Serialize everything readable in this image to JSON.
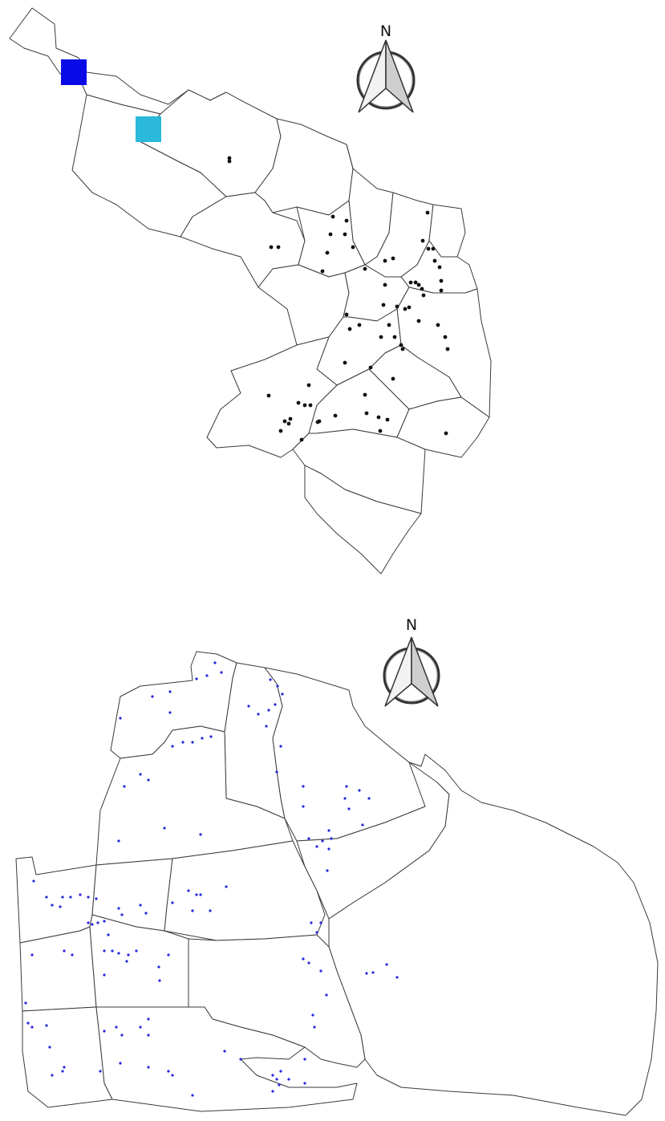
{
  "maps": [
    {
      "id": "top",
      "north_label": "N",
      "point_color": "#111111",
      "markers": [
        {
          "kind": "square",
          "color": "#0a0ae6"
        },
        {
          "kind": "square",
          "color": "#2ab8db"
        }
      ]
    },
    {
      "id": "bottom",
      "north_label": "N",
      "point_color": "#2626e0"
    }
  ]
}
